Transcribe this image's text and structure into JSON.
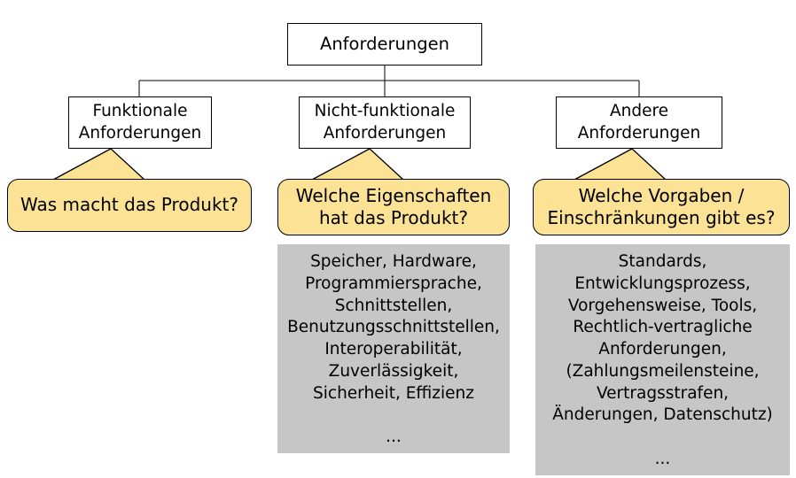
{
  "diagram": {
    "title_node": {
      "label": "Anforderungen"
    },
    "categories": [
      {
        "id": "funktionale",
        "label": "Funktionale\nAnforderungen"
      },
      {
        "id": "nicht-funktionale",
        "label": "Nicht-funktionale\nAnforderungen"
      },
      {
        "id": "andere",
        "label": "Andere\nAnforderungen"
      }
    ],
    "callouts": [
      {
        "id": "callout-funktionale",
        "label": "Was macht das Produkt?"
      },
      {
        "id": "callout-nicht-funktionale",
        "label": "Welche Eigenschaften\nhat das Produkt?"
      },
      {
        "id": "callout-andere",
        "label": "Welche Vorgaben /\nEinschränkungen gibt es?"
      }
    ],
    "detail_boxes": [
      {
        "id": "details-nicht-funktionale",
        "label": "Speicher, Hardware,\nProgrammiersprache,\nSchnittstellen,\nBenutzungsschnittstellen,\nInteroperabilität,\nZuverlässigkeit,\nSicherheit, Effizienz\n\n..."
      },
      {
        "id": "details-andere",
        "label": "Standards,\nEntwicklungsprozess,\nVorgehensweise, Tools,\nRechtlich-vertragliche\nAnforderungen,\n(Zahlungsmeilensteine,\nVertragsstrafen,\nÄnderungen, Datenschutz)\n\n..."
      }
    ],
    "colors": {
      "callout_fill": "#FBE294",
      "detail_fill": "#C6C6C6",
      "box_fill": "#FFFFFF",
      "line": "#000000"
    }
  }
}
